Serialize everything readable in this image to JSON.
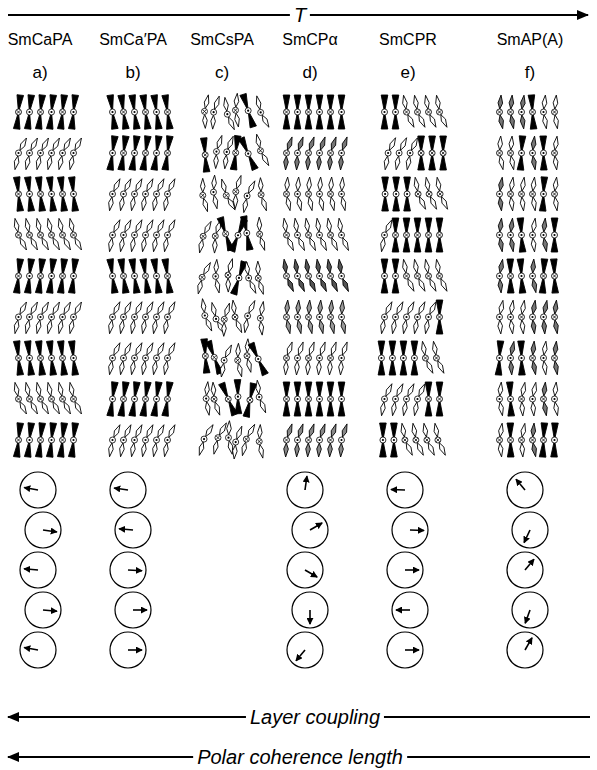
{
  "diagram": {
    "labels": [
      "T",
      "SmCaPA",
      "SmCa′PA",
      "SmCsPA",
      "SmCPα",
      "SmCPR",
      "SmAP(A)",
      "a)",
      "b)",
      "c)",
      "d)",
      "e)",
      "f)",
      "Layer coupling",
      "Polar coherence length"
    ]
  }
}
